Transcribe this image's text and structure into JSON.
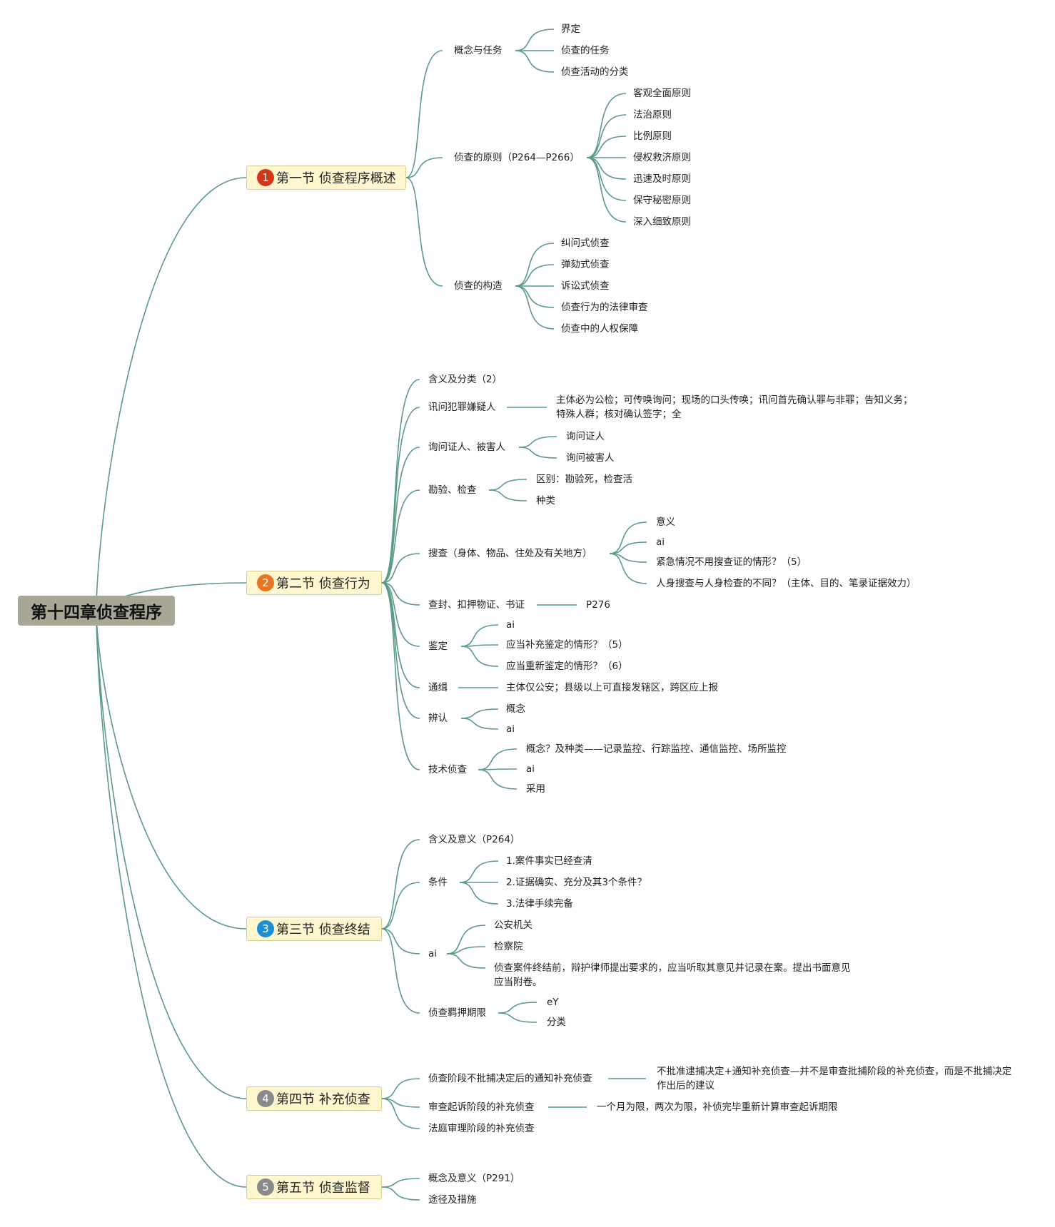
{
  "root": {
    "label": "第十四章侦查程序"
  },
  "sections": [
    {
      "num": "1",
      "color": "#d3341c",
      "label": "第一节 侦查程序概述"
    },
    {
      "num": "2",
      "color": "#e57423",
      "label": "第二节 侦查行为"
    },
    {
      "num": "3",
      "color": "#1a8fd6",
      "label": "第三节 侦查终结"
    },
    {
      "num": "4",
      "color": "#8a8a8a",
      "label": "第四节 补充侦查"
    },
    {
      "num": "5",
      "color": "#8a8a8a",
      "label": "第五节 侦查监督"
    }
  ],
  "s1": {
    "concept": {
      "label": "概念与任务",
      "children": [
        "界定",
        "侦查的任务",
        "侦查活动的分类"
      ]
    },
    "principles": {
      "label": "侦查的原则（P264—P266）",
      "children": [
        "客观全面原则",
        "法治原则",
        "比例原则",
        "侵权救济原则",
        "迅速及时原则",
        "保守秘密原则",
        "深入细致原则"
      ]
    },
    "structure": {
      "label": "侦查的构造",
      "children": [
        "纠问式侦查",
        "弹劾式侦查",
        "诉讼式侦查",
        "侦查行为的法律审查",
        "侦查中的人权保障"
      ]
    }
  },
  "s2": {
    "meaning": "含义及分类（2）",
    "interrogate": {
      "label": "讯问犯罪嫌疑人",
      "note": "主体必为公检；可传唤询问；现场的口头传唤；讯问首先确认罪与非罪；告知义务；特殊人群；核对确认签字；全"
    },
    "inquire": {
      "label": "询问证人、被害人",
      "children": [
        "询问证人",
        "询问被害人"
      ]
    },
    "inspect": {
      "label": "勘验、检查",
      "children": [
        "区别：勘验死，检查活",
        "种类"
      ]
    },
    "search": {
      "label": "搜查（身体、物品、住处及有关地方）",
      "children": [
        "意义",
        "ai",
        "紧急情况不用搜查证的情形？（5）",
        "人身搜查与人身检查的不同？（主体、目的、笔录证据效力）"
      ]
    },
    "seize": {
      "label": "查封、扣押物证、书证",
      "note": "P276"
    },
    "appraise": {
      "label": "鉴定",
      "children": [
        "ai",
        "应当补充鉴定的情形？（5）",
        "应当重新鉴定的情形？（6）"
      ]
    },
    "wanted": {
      "label": "通缉",
      "note": "主体仅公安；县级以上可直接发辖区，跨区应上报"
    },
    "identify": {
      "label": "辨认",
      "children": [
        "概念",
        "ai"
      ]
    },
    "tech": {
      "label": "技术侦查",
      "children": [
        "概念？及种类——记录监控、行踪监控、通信监控、场所监控",
        "ai",
        "采用"
      ]
    }
  },
  "s3": {
    "meaning": "含义及意义（P264）",
    "conditions": {
      "label": "条件",
      "children": [
        "1.案件事实已经查清",
        "2.证据确实、充分及其3个条件？",
        "3.法律手续完备"
      ]
    },
    "ai": {
      "label": "ai",
      "children": [
        "公安机关",
        "检察院",
        "侦查案件终结前，辩护律师提出要求的，应当听取其意见并记录在案。提出书面意见应当附卷。"
      ]
    },
    "custody": {
      "label": "侦查羁押期限",
      "children": [
        "eY",
        "分类"
      ]
    }
  },
  "s4": {
    "stage1": {
      "label": "侦查阶段不批捕决定后的通知补充侦查",
      "note": "不批准逮捕决定+通知补充侦查—并不是审查批捕阶段的补充侦查，而是不批捕决定作出后的建议"
    },
    "stage2": {
      "label": "审查起诉阶段的补充侦查",
      "note": "一个月为限，两次为限，补侦完毕重新计算审查起诉期限"
    },
    "stage3": {
      "label": "法庭审理阶段的补充侦查"
    }
  },
  "s5": {
    "meaning": "概念及意义（P291）",
    "means": "途径及措施"
  },
  "colors": {
    "line": "#5a9a87",
    "root_bg": "#a8a796",
    "section_bg": "#fdf6cf"
  }
}
